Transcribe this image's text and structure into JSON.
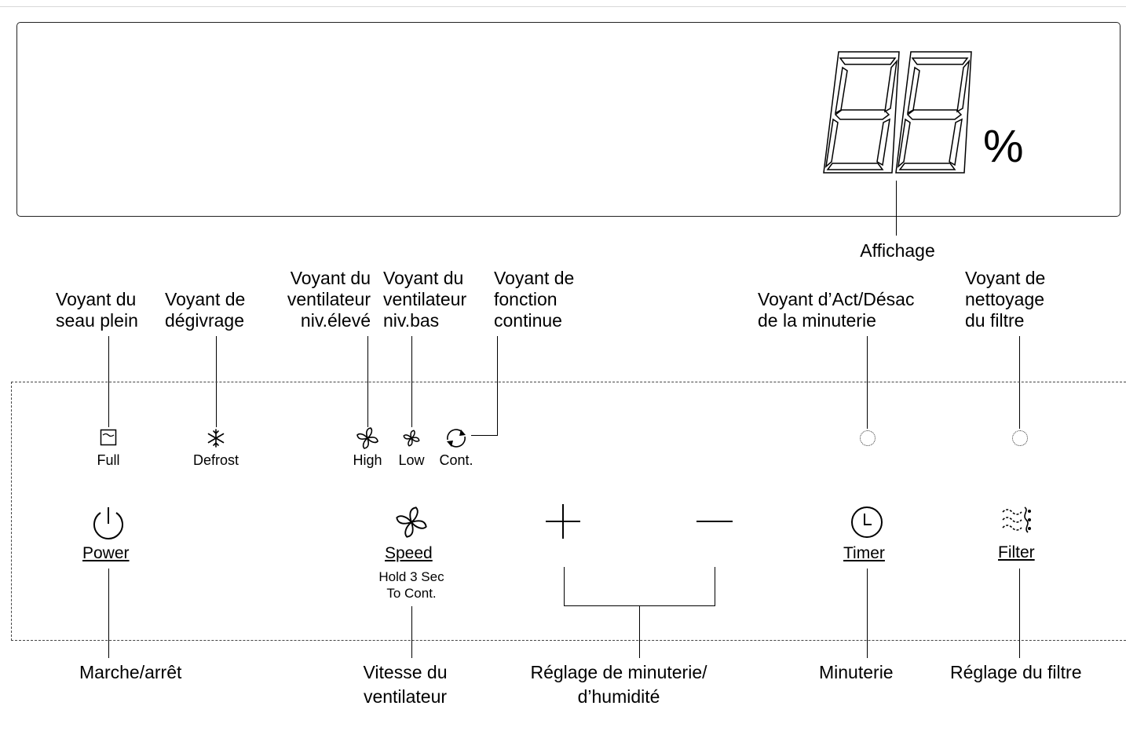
{
  "display": {
    "label": "Affichage",
    "unit": "%"
  },
  "indicators": {
    "full": "Full",
    "defrost": "Defrost",
    "high": "High",
    "low": "Low",
    "cont": "Cont."
  },
  "indicator_callouts": {
    "full": [
      "Voyant du",
      "seau plein"
    ],
    "defrost": [
      "Voyant de",
      "dégivrage"
    ],
    "high": [
      "Voyant du",
      "ventilateur",
      "niv.élevé"
    ],
    "low": [
      "Voyant du",
      "ventilateur",
      "niv.bas"
    ],
    "cont": [
      "Voyant de",
      "fonction",
      "continue"
    ],
    "timer_led": [
      "Voyant d’Act/Désac",
      "de la minuterie"
    ],
    "filter_led": [
      "Voyant de",
      "nettoyage",
      "du filtre"
    ]
  },
  "buttons": {
    "power": "Power",
    "speed": "Speed",
    "speed_hint": [
      "Hold 3 Sec",
      "To Cont."
    ],
    "timer": "Timer",
    "filter": "Filter"
  },
  "button_callouts": {
    "power": [
      "Marche/arrêt"
    ],
    "speed": [
      "Vitesse du",
      "ventilateur"
    ],
    "plus_minus": [
      "Réglage de minuterie/",
      "d’humidité"
    ],
    "timer": [
      "Minuterie"
    ],
    "filter": [
      "Réglage du filtre"
    ]
  }
}
